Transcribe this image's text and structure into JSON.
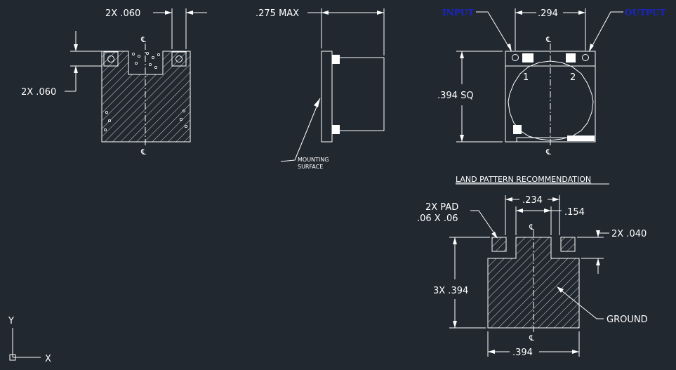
{
  "views": {
    "left": {
      "pin_width_dim": "2X .060",
      "pin_height_dim": "2X .060",
      "centerline_top": "℄",
      "centerline_bottom": "℄"
    },
    "side": {
      "max_thickness_dim": ".275 MAX",
      "mounting_surface": [
        "MOUNTING",
        "SURFACE"
      ]
    },
    "top_right": {
      "input_label": "INPUT",
      "output_label": "OUTPUT",
      "pin_spacing_dim": ".294",
      "size_dim": ".394 SQ",
      "pin1": "1",
      "pin2": "2",
      "centerline_top": "℄",
      "centerline_bottom": "℄"
    },
    "land_pattern": {
      "title": "LAND PATTERN RECOMMENDATION",
      "pad_label": [
        "2X PAD",
        ".06 X .06"
      ],
      "width_234": ".234",
      "offset_154": ".154",
      "pad_height_040": "2X .040",
      "height_394": "3X .394",
      "ground_label": "GROUND",
      "width_394": ".394",
      "centerline_top": "℄",
      "centerline_bottom": "℄"
    }
  },
  "ucs": {
    "y_axis": "Y",
    "x_axis": "X"
  },
  "colors": {
    "background": "#212830",
    "lines": "#ffffff",
    "pin_labels": "#1a25c8"
  }
}
